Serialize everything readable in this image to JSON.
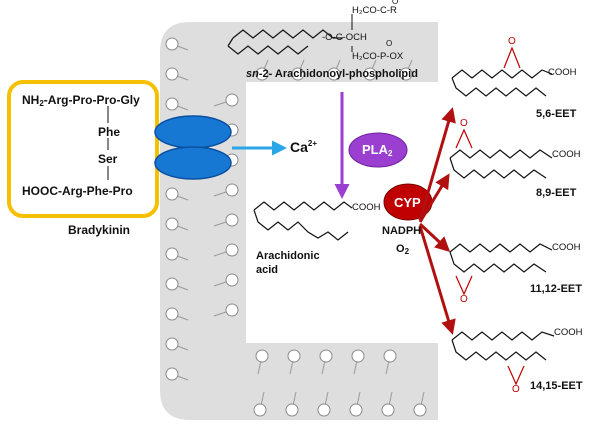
{
  "bradykinin": {
    "line1": "NH",
    "line1_sub": "2",
    "line1_rest": "-Arg-Pro-Pro-Gly",
    "res_phe": "Phe",
    "res_ser": "Ser",
    "line_last": "HOOC-Arg-Phe-Pro",
    "name": "Bradykinin"
  },
  "calcium": {
    "symbol": "Ca",
    "charge": "2+"
  },
  "enzymes": {
    "pla2": "PLA",
    "pla2_sub": "2",
    "cyp": "CYP"
  },
  "cofactors": {
    "nadph": "NADPH",
    "o2": "O",
    "o2_sub": "2"
  },
  "phospholipid": {
    "prefix": "sn",
    "name_rest": "-2- Arachidonoyl-phospholipid",
    "head_line1": "H₂CO-C-R",
    "head_line2": "-O-C-OCH",
    "head_line3": "H₂CO-P-OX",
    "carbonyl_o": "O",
    "phos_o": "O"
  },
  "arachidonic": {
    "cooh": "COOH",
    "name_line1": "Arachidonic",
    "name_line2": "acid"
  },
  "products": [
    {
      "name": "5,6-EET",
      "cooh": "COOH",
      "epoxide_o": "O"
    },
    {
      "name": "8,9-EET",
      "cooh": "COOH",
      "epoxide_o": "O"
    },
    {
      "name": "11,12-EET",
      "cooh": "COOH",
      "epoxide_o": "O"
    },
    {
      "name": "14,15-EET",
      "cooh": "COOH",
      "epoxide_o": "O"
    }
  ],
  "colors": {
    "membrane": "#dedede",
    "bradykinin_box": "#f5c000",
    "receptor": "#1778d4",
    "calcium_arrow": "#29a5e8",
    "pla2": "#9b3fd0",
    "cyp": "#c00000",
    "eet_arrow": "#b01010"
  }
}
